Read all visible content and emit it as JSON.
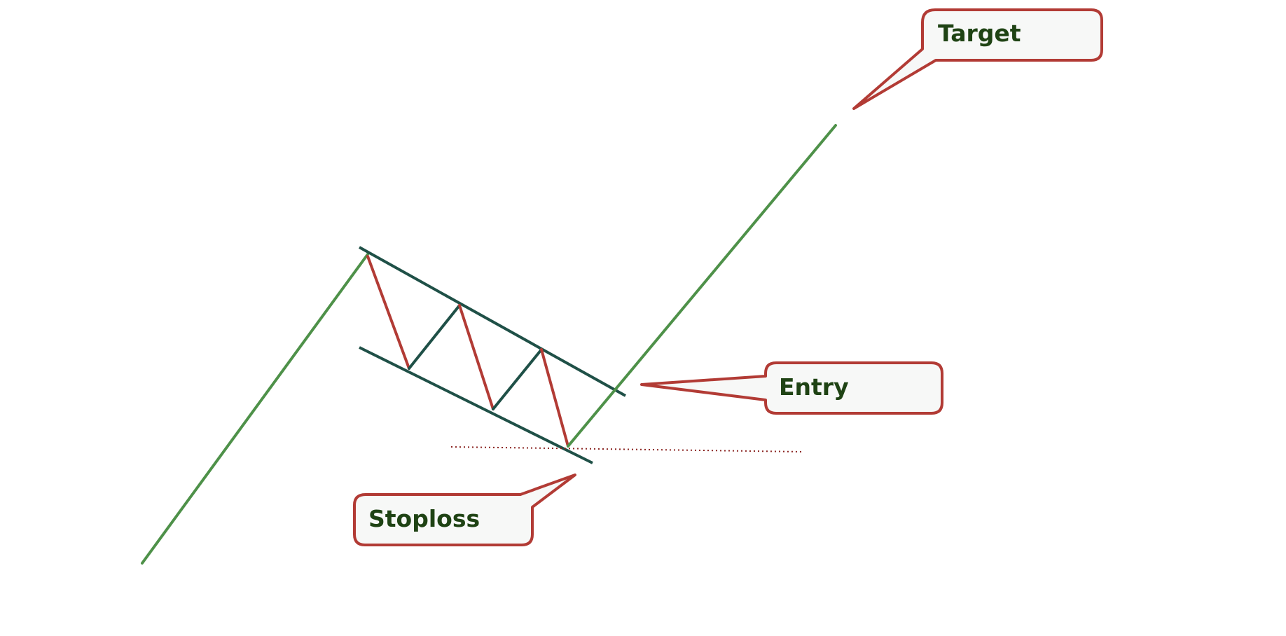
{
  "colors": {
    "background": "#ffffff",
    "trend_line": "#4e9149",
    "channel_line": "#1f5047",
    "down_leg": "#b23b35",
    "up_leg": "#1f5047",
    "stoploss_line": "#8a2320",
    "callout_border": "#b23b35",
    "callout_fill": "#f7f8f7",
    "callout_text": "#1f4314"
  },
  "callouts": {
    "target": {
      "label": "Target"
    },
    "entry": {
      "label": "Entry"
    },
    "stoploss": {
      "label": "Stoploss"
    }
  }
}
